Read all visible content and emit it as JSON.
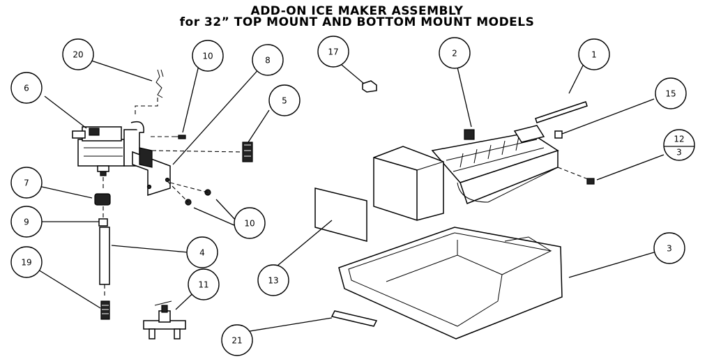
{
  "title": {
    "line1": "ADD-ON ICE MAKER ASSEMBLY",
    "line2": "for 32” TOP MOUNT AND BOTTOM MOUNT MODELS"
  },
  "callouts": {
    "c20": "20",
    "c10a": "10",
    "c8": "8",
    "c17": "17",
    "c2": "2",
    "c1": "1",
    "c6": "6",
    "c5": "5",
    "c15": "15",
    "c12": "12",
    "c3a": "3",
    "c7": "7",
    "c9": "9",
    "c10b": "10",
    "c4": "4",
    "c13": "13",
    "c3b": "3",
    "c19": "19",
    "c11": "11",
    "c21": "21"
  }
}
